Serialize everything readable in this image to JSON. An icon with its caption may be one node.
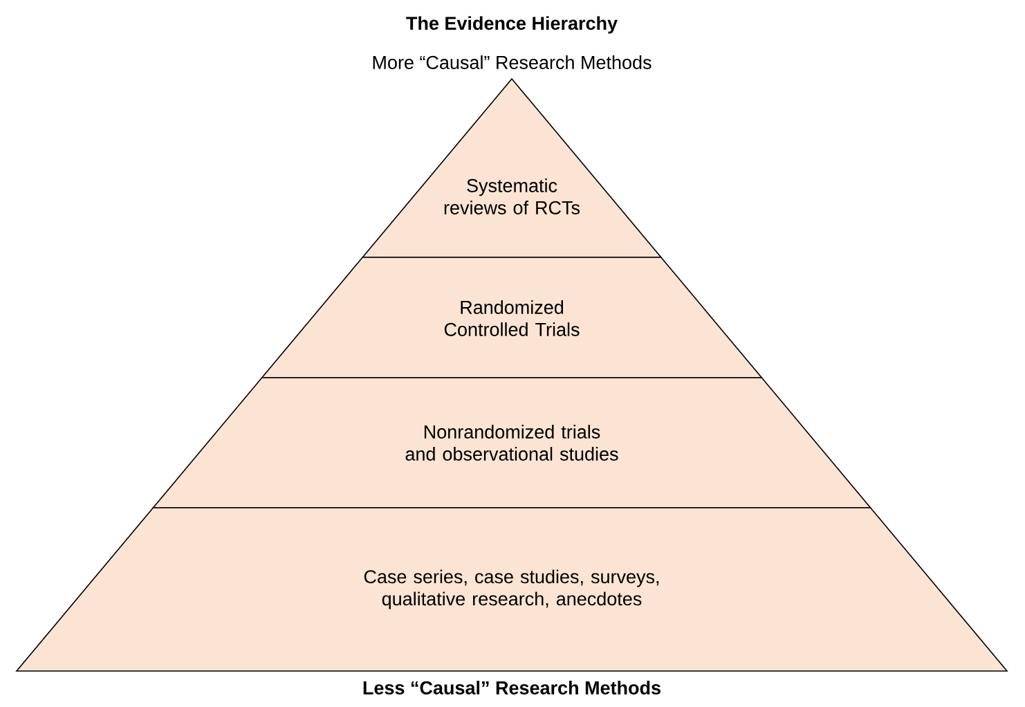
{
  "diagram": {
    "title": "The Evidence Hierarchy",
    "nodes": [
      {
        "text": [
          "Systematic reviews of RCTs"
        ]
      },
      {
        "text": [
          "Randomized Controlled Trials"
        ]
      },
      {
        "text": [
          "Nonrandomized trials and observational studies"
        ]
      },
      {
        "text": [
          "Case series, case studies, surveys, qualitative research, anecdotes"
        ]
      }
    ],
    "labels": [
      "More “Causal” Research Methods",
      "Less “Causal” Research Methods"
    ]
  }
}
